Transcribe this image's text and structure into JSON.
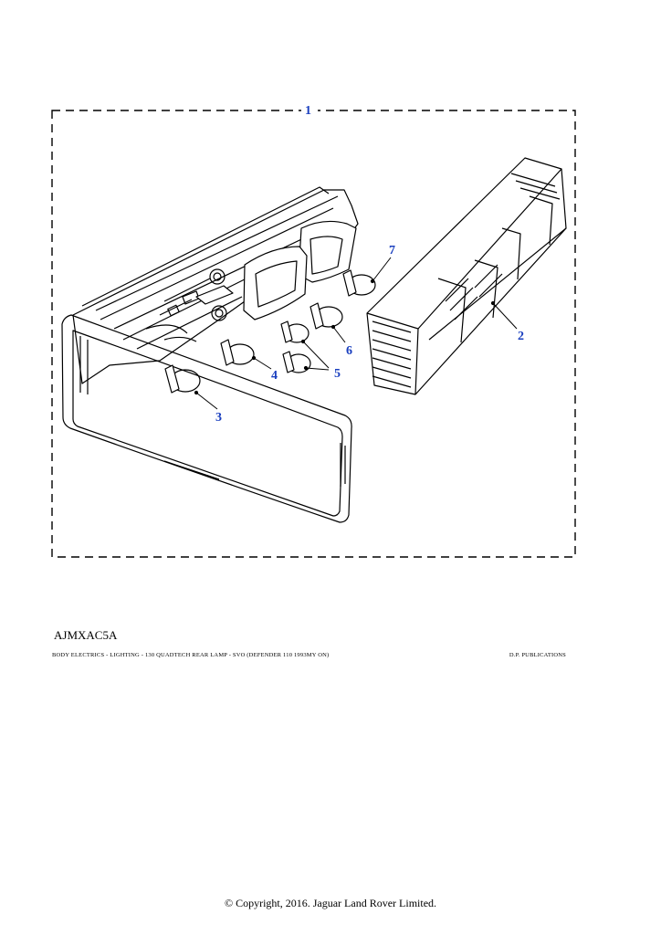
{
  "diagram": {
    "callouts": {
      "c1": "1",
      "c2": "2",
      "c3": "3",
      "c4": "4",
      "c5": "5",
      "c6": "6",
      "c7": "7"
    },
    "callout_color": "#1a3fbf"
  },
  "footer": {
    "figure_code": "AJMXAC5A",
    "caption": "BODY ELECTRICS - LIGHTING - 130 QUADTECH REAR LAMP - SVO (DEFENDER 110 1993MY ON)",
    "publisher": "D.P. PUBLICATIONS",
    "copyright": "© Copyright, 2016. Jaguar Land Rover Limited."
  }
}
